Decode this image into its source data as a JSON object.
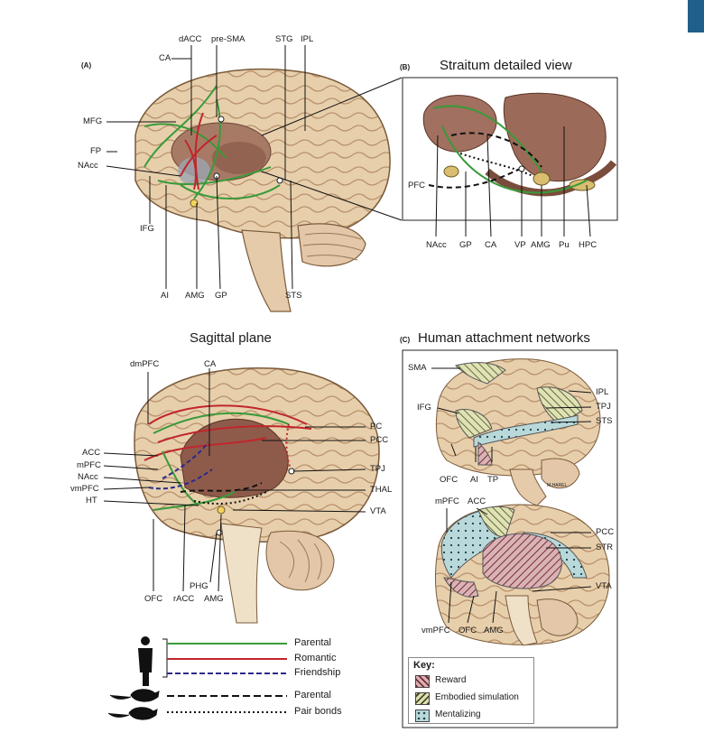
{
  "panels": {
    "a": {
      "letter": "(A)"
    },
    "b": {
      "letter": "(B)",
      "title": "Straitum detailed view"
    },
    "sagittal": {
      "title": "Sagittal plane"
    },
    "c": {
      "letter": "(C)",
      "title": "Human attachment networks"
    }
  },
  "labels_a": {
    "dacc": "dACC",
    "presma": "pre-SMA",
    "stg": "STG",
    "ipl": "IPL",
    "ca": "CA",
    "mfg": "MFG",
    "fp": "FP",
    "nacc": "NAcc",
    "ifg": "IFG",
    "ai": "AI",
    "amg": "AMG",
    "gp": "GP",
    "sts": "STS"
  },
  "labels_b": {
    "pfc": "PFC",
    "nacc": "NAcc",
    "gp": "GP",
    "ca": "CA",
    "vp": "VP",
    "amg": "AMG",
    "pu": "Pu",
    "hpc": "HPC"
  },
  "labels_sag": {
    "dmpfc": "dmPFC",
    "ca": "CA",
    "pc": "PC",
    "pcc": "PCC",
    "acc": "ACC",
    "mpfc": "mPFC",
    "nacc": "NAcc",
    "vmpfc": "vmPFC",
    "ht": "HT",
    "tpj": "TPJ",
    "thal": "THAL",
    "vta": "VTA",
    "ofc": "OFC",
    "racc": "rACC",
    "phg": "PHG",
    "amg": "AMG"
  },
  "labels_c_top": {
    "sma": "SMA",
    "ipl": "IPL",
    "ifg": "IFG",
    "tpj": "TPJ",
    "sts": "STS",
    "ofc": "OFC",
    "ai": "AI",
    "tp": "TP",
    "artist": "M.HAREL"
  },
  "labels_c_bottom": {
    "mpfc": "mPFC",
    "acc": "ACC",
    "pcc": "PCC",
    "str": "STR",
    "vta": "VTA",
    "vmpfc": "vmPFC",
    "ofc": "OFC",
    "amg": "AMG"
  },
  "legend": {
    "human": [
      "Parental",
      "Romantic",
      "Friendship"
    ],
    "rodent": [
      "Parental",
      "Pair bonds"
    ],
    "colors": {
      "parental": "#3a9a3a",
      "romantic": "#c0262b",
      "friendship": "#2a2a8a",
      "black": "#111111"
    }
  },
  "key": {
    "title": "Key:",
    "items": [
      "Reward",
      "Embodied simulation",
      "Mentalizing"
    ],
    "colors": {
      "reward": "#b07a80",
      "embodied": "#c7cc8a",
      "mentalizing": "#9ec7c9"
    }
  }
}
